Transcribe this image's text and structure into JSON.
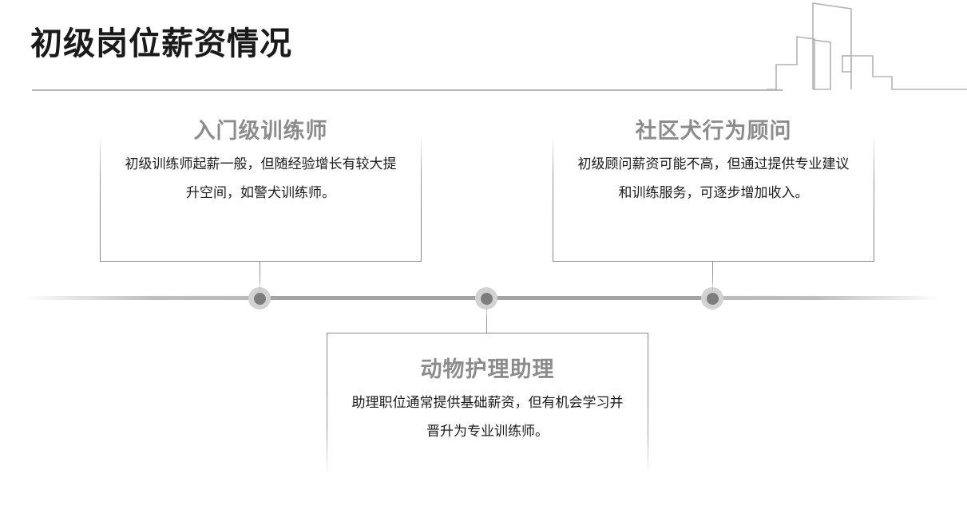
{
  "header": {
    "title": "初级岗位薪资情况",
    "rule_color": "#b9b9b9"
  },
  "decoration": {
    "skyline_icon": "city-skyline-outline",
    "skyline_color": "#b3b3b3"
  },
  "timeline": {
    "line_color": "#a4a4a4",
    "marker_ring_color": "#d2d2d2",
    "marker_core_color": "#7d7d7d",
    "markers": [
      {
        "name": "entry-trainer",
        "position": "left"
      },
      {
        "name": "animal-care-assistant",
        "position": "center"
      },
      {
        "name": "community-dog-behavior-consultant",
        "position": "right"
      }
    ]
  },
  "cards": [
    {
      "id": "entry-trainer",
      "title": "入门级训练师",
      "body": "初级训练师起薪一般，但随经验增长有较大提升空间，如警犬训练师。",
      "placement": "above-left"
    },
    {
      "id": "animal-care-assistant",
      "title": "动物护理助理",
      "body": "助理职位通常提供基础薪资，但有机会学习并晋升为专业训练师。",
      "placement": "below-center"
    },
    {
      "id": "community-dog-behavior-consultant",
      "title": "社区犬行为顾问",
      "body": "初级顾问薪资可能不高，但通过提供专业建议和训练服务，可逐步增加收入。",
      "placement": "above-right"
    }
  ],
  "colors": {
    "title_text": "#1a1a1a",
    "card_title_text": "#8c8c8c",
    "card_body_text": "#1c1c1c",
    "card_border": "#8a8a8a",
    "background": "#ffffff"
  }
}
